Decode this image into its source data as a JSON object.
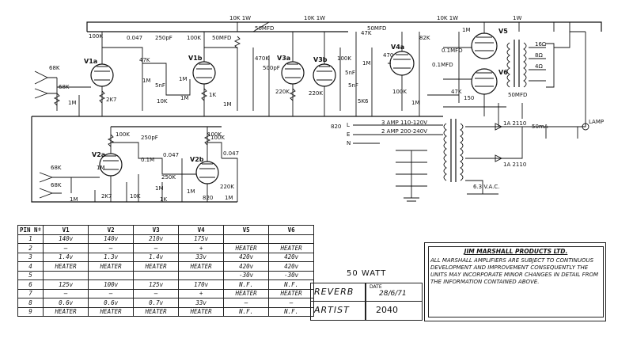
{
  "schematic": {
    "tube_labels": [
      "V1a",
      "V1b",
      "V2a",
      "V2b",
      "V3a",
      "V3b",
      "V4a",
      "V5",
      "V6"
    ],
    "component_labels": [
      "10K 1W",
      "50MFD",
      "10K 1W",
      "10K 1W",
      "50MFD",
      "1W",
      "100K",
      "0.047",
      "250pF",
      "100K",
      "50MFD",
      "68K",
      "68K",
      "1M",
      "2K7",
      "47K",
      "1M",
      "5nF",
      "1M",
      "10K",
      "1M",
      "1K",
      "470K",
      "500pF",
      "1M",
      "220K",
      "100K",
      "5nF",
      "47K",
      "82K",
      "1M",
      "5nF",
      "0.1MFD",
      "470",
      "0.1MFD",
      "220K",
      "5K6",
      "100K",
      "1M",
      "47K",
      "1M",
      "150",
      "100K",
      "1M",
      "10K",
      "1M",
      "100K",
      "250pF",
      "0.047",
      "100K",
      "0.047",
      "68K",
      "68K",
      "1M",
      "2K7",
      "0.1M",
      "250K",
      "1K",
      "1M",
      "820",
      "220K",
      "1M",
      "50MFD",
      "1A 2110",
      "1A 2110",
      "16Ω",
      "8Ω",
      "4Ω",
      "LAMP",
      "50mA",
      "6.3 V.A.C.",
      "820"
    ],
    "mains_labels": [
      "L",
      "E",
      "N",
      "3 AMP 110-120V",
      "2 AMP 200-240V"
    ]
  },
  "voltage_table": {
    "headers": [
      "PIN Nº",
      "V1",
      "V2",
      "V3",
      "V4",
      "V5",
      "V6"
    ],
    "rows": [
      [
        "1",
        "140v",
        "140v",
        "210v",
        "175v",
        "",
        ""
      ],
      [
        "2",
        "—",
        "—",
        "—",
        "+",
        "HEATER",
        "HEATER"
      ],
      [
        "3",
        "1.4v",
        "1.3v",
        "1.4v",
        "33v",
        "420v",
        "420v"
      ],
      [
        "4",
        "HEATER",
        "HEATER",
        "HEATER",
        "HEATER",
        "420v",
        "420v"
      ],
      [
        "5",
        "",
        "",
        "",
        "",
        "-30v",
        "-30v"
      ],
      [
        "6",
        "125v",
        "100v",
        "125v",
        "170v",
        "N.F.",
        "N.F."
      ],
      [
        "7",
        "—",
        "—",
        "—",
        "+",
        "HEATER",
        "HEATER"
      ],
      [
        "8",
        "0.6v",
        "0.6v",
        "0.7v",
        "33v",
        "—",
        "—"
      ],
      [
        "9",
        "HEATER",
        "HEATER",
        "HEATER",
        "HEATER",
        "N.F.",
        "N.F."
      ]
    ]
  },
  "title_block": {
    "power": "50 WATT",
    "name": "REVERB",
    "date_label": "DATE",
    "date": "28/6/71",
    "artist": "ARTIST",
    "model": "2040"
  },
  "notice": {
    "company": "JIM MARSHALL PRODUCTS LTD.",
    "text": "ALL MARSHALL AMPLIFIERS ARE SUBJECT TO CONTINUOUS DEVELOPMENT AND IMPROVEMENT CONSEQUENTLY THE UNITS MAY INCORPORATE MINOR CHANGES IN DETAIL FROM THE INFORMATION CONTAINED ABOVE."
  }
}
